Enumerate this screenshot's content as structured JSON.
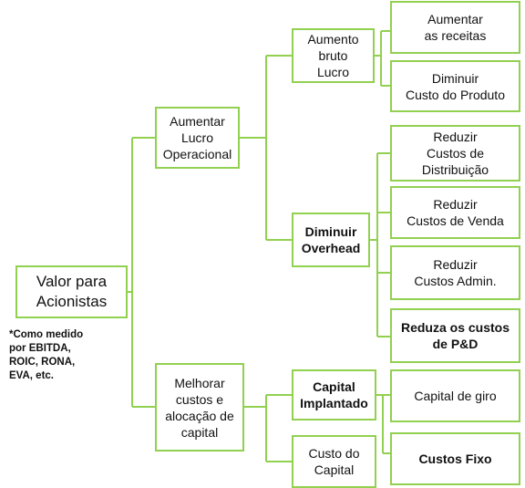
{
  "colors": {
    "line": "#92D050",
    "box_border": "#92D050",
    "text": "#111111"
  },
  "root": {
    "label": "Valor para\nAcionistas",
    "note": "*Como medido\n  por EBITDA,\n  ROIC, RONA,\n  EVA, etc."
  },
  "level1": {
    "top": {
      "label": "Aumentar\nLucro\nOperacional"
    },
    "bottom": {
      "label": "Melhorar\ncustos e\nalocação de\ncapital"
    }
  },
  "level2": {
    "gross_profit": {
      "label": "Aumento\nbruto\nLucro"
    },
    "overhead": {
      "label": "Diminuir\nOverhead"
    },
    "capital_employed": {
      "label": "Capital\nImplantado"
    },
    "cost_of_capital": {
      "label": "Custo do\nCapital"
    }
  },
  "level3": {
    "increase_revenue": {
      "label": "Aumentar\nas receitas"
    },
    "product_cost": {
      "label": "Diminuir\nCusto do Produto"
    },
    "distribution_costs": {
      "label": "Reduzir\nCustos de\nDistribuição"
    },
    "selling_costs": {
      "label": "Reduzir\nCustos de Venda"
    },
    "admin_costs": {
      "label": "Reduzir\nCustos Admin."
    },
    "rd_costs": {
      "label": "Reduza os custos\nde P&D"
    },
    "working_capital": {
      "label": "Capital de giro"
    },
    "fixed_costs": {
      "label": "Custos Fixo"
    }
  }
}
